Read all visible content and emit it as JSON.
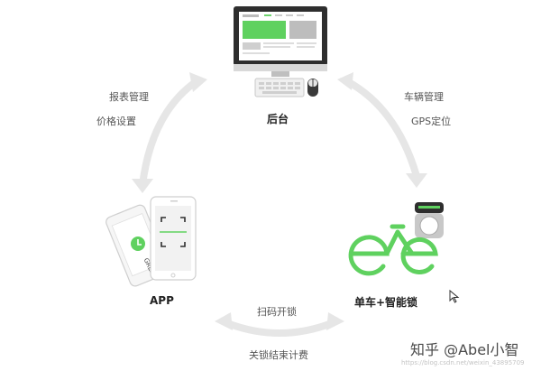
{
  "nodes": {
    "backend": {
      "label": "后台"
    },
    "app": {
      "label": "APP"
    },
    "bike": {
      "label": "单车+智能锁"
    }
  },
  "edges": {
    "left": {
      "line1": "报表管理",
      "line2": "价格设置"
    },
    "right": {
      "line1": "车辆管理",
      "line2": "GPS定位"
    },
    "bottom": {
      "line1": "扫码开锁",
      "line2": "关锁结束计费"
    }
  },
  "phone_text": "GREA",
  "watermark": {
    "main": "知乎 @Abel小智",
    "url": "https://blog.csdn.net/weixin_43895709"
  },
  "colors": {
    "accent": "#5fd15f",
    "arrow": "#e6e6e6",
    "dark": "#2e2e2e"
  }
}
